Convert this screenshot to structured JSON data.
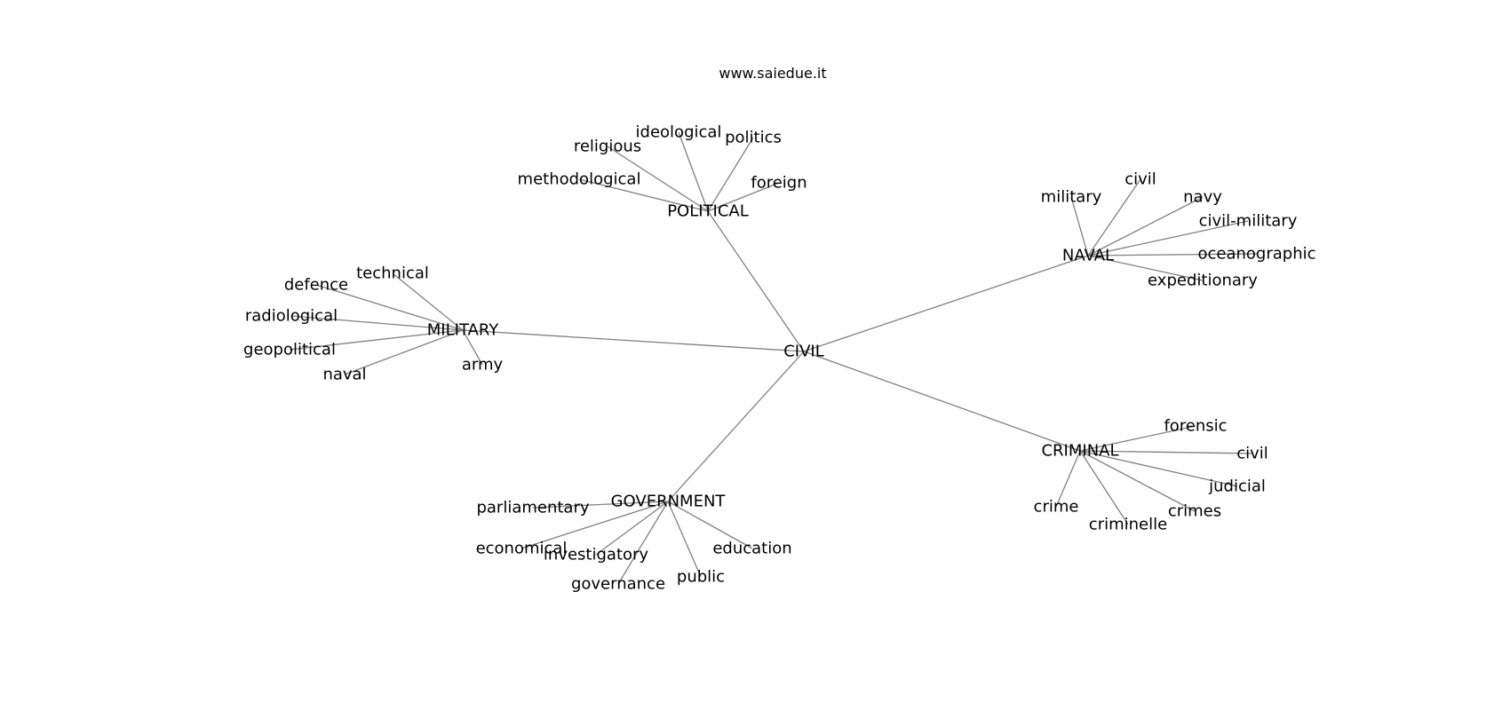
{
  "header": {
    "site": "www.saiedue.it"
  },
  "graph": {
    "center": "CIVIL",
    "groups": [
      {
        "id": "political",
        "label": "POLITICAL",
        "children": [
          "ideological",
          "politics",
          "religious",
          "methodological",
          "foreign"
        ]
      },
      {
        "id": "naval",
        "label": "NAVAL",
        "children": [
          "civil",
          "military",
          "navy",
          "civil-military",
          "oceanographic",
          "expeditionary"
        ]
      },
      {
        "id": "military",
        "label": "MILITARY",
        "children": [
          "technical",
          "defence",
          "radiological",
          "geopolitical",
          "naval",
          "army"
        ]
      },
      {
        "id": "criminal",
        "label": "CRIMINAL",
        "children": [
          "forensic",
          "civil",
          "judicial",
          "crimes",
          "criminelle",
          "crime"
        ]
      },
      {
        "id": "government",
        "label": "GOVERNMENT",
        "children": [
          "parliamentary",
          "economical",
          "investigatory",
          "governance",
          "public",
          "education"
        ]
      }
    ]
  },
  "style": {
    "edge_color": "#808080",
    "text_color": "#000000",
    "background": "#ffffff"
  }
}
